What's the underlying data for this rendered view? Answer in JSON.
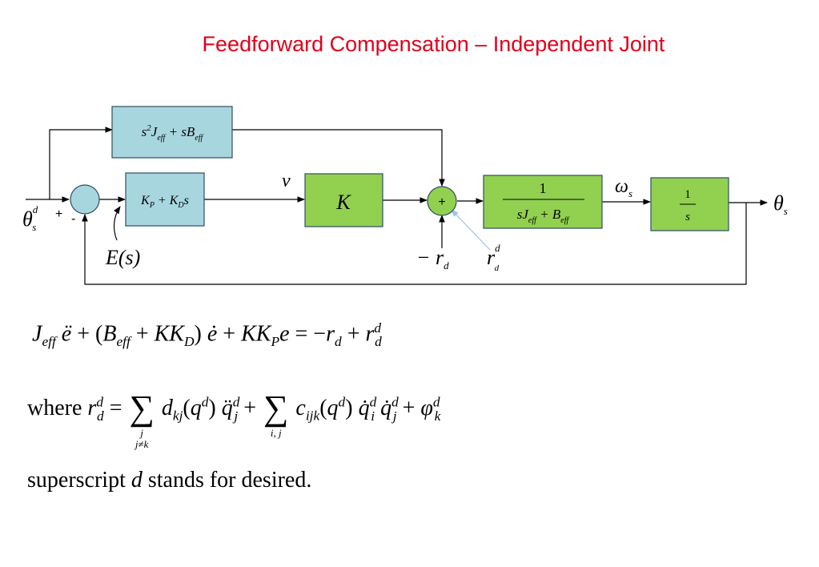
{
  "title": "Feedforward Compensation – Independent Joint",
  "colors": {
    "title": "#e0001b",
    "block_blue": "#a8d6df",
    "block_green": "#92d050",
    "light_arrow": "#9dc3e6"
  },
  "blocks": {
    "feedforward": "s²J_eff + sB_eff",
    "pd": "K_P + K_D s",
    "gain": "K",
    "plant_numerator": "1",
    "plant_denominator": "sJ_eff + B_eff",
    "integrator_numerator": "1",
    "integrator_denominator": "s"
  },
  "signals": {
    "v": "v",
    "omega": "ω",
    "omega_sub": "s",
    "theta_out": "θ",
    "theta_out_sub": "s",
    "theta_in": "θ",
    "theta_in_sup": "d",
    "theta_in_sub": "s",
    "error": "E(s)",
    "disturbance": "− r",
    "disturbance_sub": "d",
    "ff_torque": "r",
    "ff_torque_sup": "d",
    "ff_torque_sub": "d"
  },
  "signs": {
    "sum_plus_input": "+",
    "sum_minus_input": "-",
    "junction_plus": "+"
  },
  "equations": {
    "eq1": "J_eff ë + (B_eff + KK_D) ė + KK_P e = −r_d + r_d^d",
    "eq2_prefix": "where",
    "sum1_under": "j",
    "sum1_under2": "j≠k",
    "sum2_under": "i, j"
  },
  "footer": {
    "prefix": "superscript",
    "symbol": "d",
    "suffix": "stands for desired."
  }
}
